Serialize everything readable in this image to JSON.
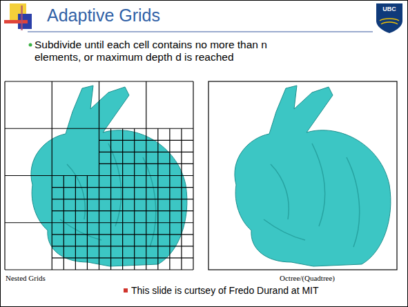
{
  "diagram": {
    "title": "Adaptive Grids",
    "labels": [
      "Subdivide until each cell contains no more than n elements, or maximum depth d is reached",
      "Nested Grids",
      "Octree/(Quadtree)",
      "This slide is curtsey of Fredo Durand at MIT",
      "UBC"
    ]
  }
}
